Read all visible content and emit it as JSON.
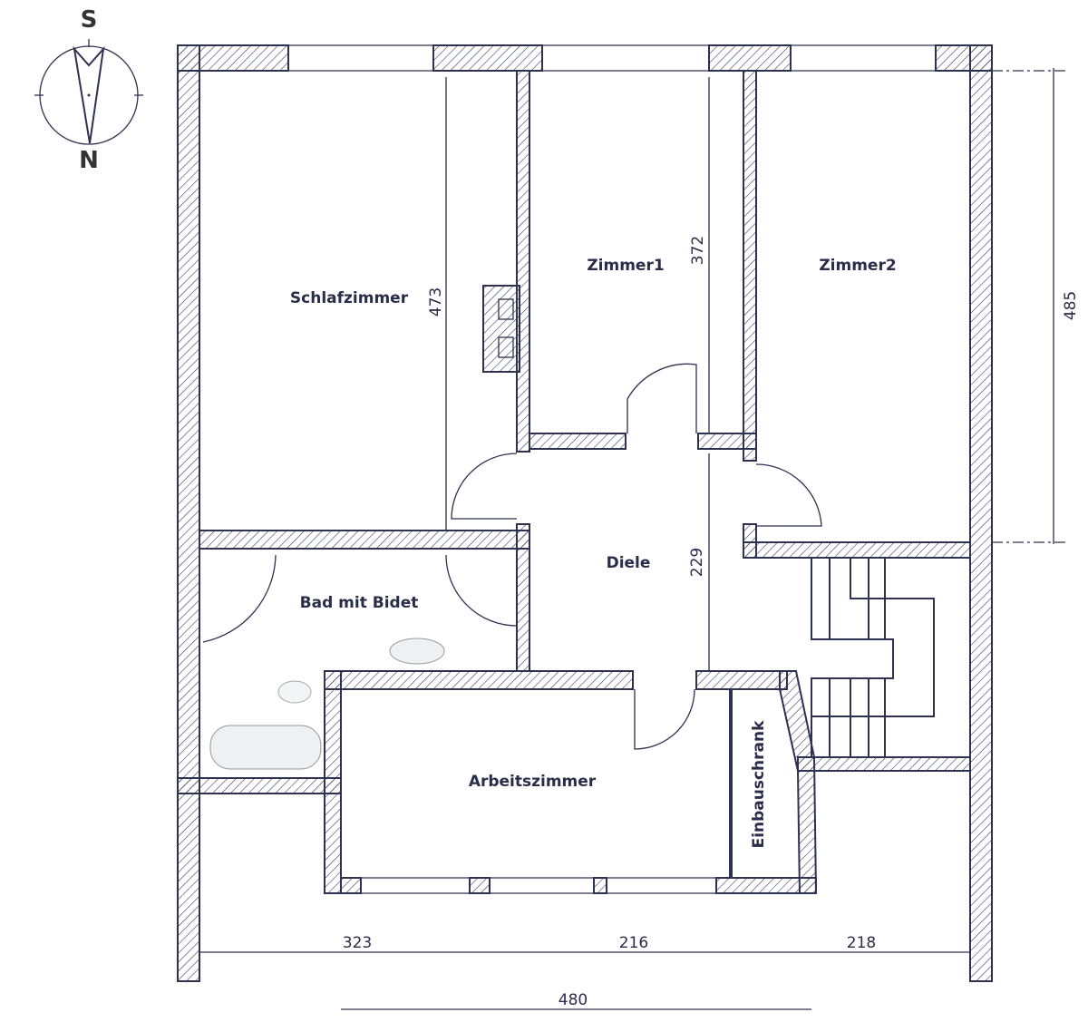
{
  "compass": {
    "top": "S",
    "bottom": "N"
  },
  "rooms": {
    "schlafzimmer": "Schlafzimmer",
    "zimmer1": "Zimmer1",
    "zimmer2": "Zimmer2",
    "diele": "Diele",
    "bad": "Bad mit Bidet",
    "arbeitszimmer": "Arbeitszimmer",
    "einbauschrank": "Einbauschrank"
  },
  "dimensions": {
    "schlafzimmer_height": "473",
    "zimmer1_height": "372",
    "zimmer2_height": "485",
    "diele_height": "229",
    "bottom_left": "323",
    "bottom_mid": "216",
    "bottom_right": "218",
    "bottom_total": "480"
  }
}
